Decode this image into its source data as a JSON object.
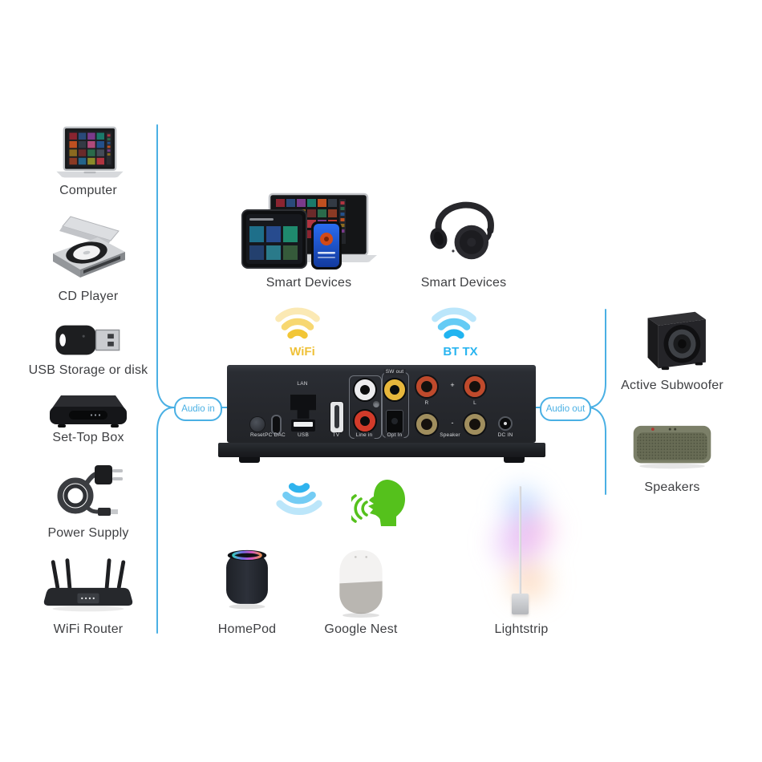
{
  "palette": {
    "accent_blue": "#4ab0e4",
    "wifi_yellow": "#efc138",
    "bt_blue": "#2ab5f0",
    "voice_green": "#55c11c",
    "label_color": "#3e3f42",
    "port_label_color": "#d4d6da"
  },
  "connections": {
    "audio_in": {
      "label": "Audio in"
    },
    "audio_out": {
      "label": "Audio out"
    }
  },
  "wireless": {
    "wifi": {
      "label": "WiFi",
      "icon": "wifi-signal-yellow"
    },
    "bt_tx": {
      "label": "BT TX",
      "icon": "wifi-signal-blue"
    },
    "cast": {
      "icon": "wifi-signal-downward"
    },
    "voice": {
      "icon": "speaking-head"
    }
  },
  "left_devices": {
    "computer": {
      "label": "Computer"
    },
    "cd_player": {
      "label": "CD Player"
    },
    "usb_storage": {
      "label": "USB Storage or disk"
    },
    "set_top_box": {
      "label": "Set-Top Box"
    },
    "power_supply": {
      "label": "Power Supply"
    },
    "wifi_router": {
      "label": "WiFi Router"
    }
  },
  "top_devices": {
    "smart_devices_wifi": {
      "label": "Smart Devices"
    },
    "smart_devices_bt": {
      "label": "Smart Devices"
    }
  },
  "right_devices": {
    "active_subwoofer": {
      "label": "Active Subwoofer"
    },
    "speakers": {
      "label": "Speakers"
    }
  },
  "bottom_devices": {
    "homepod": {
      "label": "HomePod"
    },
    "google_nest": {
      "label": "Google Nest"
    },
    "lightstrip": {
      "label": "Lightstrip"
    }
  },
  "receiver": {
    "ports": {
      "reset": "Reset",
      "pc_dac": "PC DAC",
      "lan": "LAN",
      "usb": "USB",
      "tv": "TV",
      "line_in": "Line in",
      "sw_out": "SW out",
      "opt_in": "Opt In",
      "speaker_r": "R",
      "speaker_l": "L",
      "plus": "+",
      "minus": "-",
      "speaker": "Speaker",
      "dc_in": "DC IN"
    }
  }
}
